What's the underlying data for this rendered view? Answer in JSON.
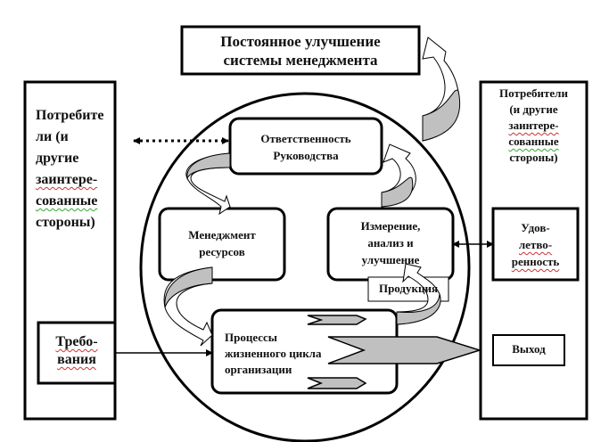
{
  "title_box": {
    "lines": [
      "Постоянное улучшение",
      "системы менеджмента"
    ]
  },
  "left_panel": {
    "lines": [
      "Потребите",
      "ли (и",
      "другие",
      "заинтере-",
      "сованные",
      "стороны)"
    ],
    "requirements": {
      "lines": [
        "Требо-",
        "вания"
      ]
    }
  },
  "right_panel": {
    "lines": [
      "Потребители",
      "(и другие",
      "заинтере-",
      "сованные",
      "стороны)"
    ],
    "satisfaction": {
      "lines": [
        "Удов-",
        "летво-",
        "ренность"
      ]
    },
    "output": {
      "label": "Выход"
    }
  },
  "circle": {
    "responsibility": {
      "lines": [
        "Ответственность",
        "Руководства"
      ]
    },
    "resources": {
      "lines": [
        "Менеджмент",
        "ресурсов"
      ]
    },
    "measurement": {
      "lines": [
        "Измерение,",
        "анализ и",
        "улучшение"
      ]
    },
    "processes": {
      "lines": [
        "Процессы",
        "жизненного цикла",
        "организации"
      ]
    },
    "product": {
      "label": "Продукция"
    }
  },
  "colors": {
    "stroke": "#000000",
    "arrow_fill": "#c0c0c0",
    "background": "#ffffff"
  }
}
